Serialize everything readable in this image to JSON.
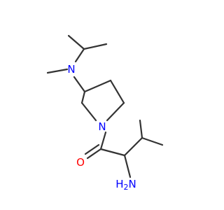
{
  "structure": {
    "atoms": [
      {
        "id": "N_amine",
        "symbol": "N",
        "color": "#0000ff"
      },
      {
        "id": "N_ring",
        "symbol": "N",
        "color": "#0000ff"
      },
      {
        "id": "O",
        "symbol": "O",
        "color": "#ff0000"
      },
      {
        "id": "NH2",
        "symbol": "H2N",
        "color": "#0000ff"
      }
    ],
    "bond_color": "#333333"
  }
}
